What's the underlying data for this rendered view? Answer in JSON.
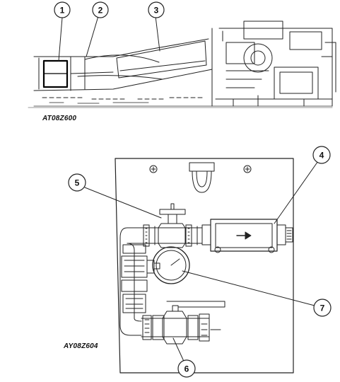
{
  "figures": [
    {
      "caption": "AT08Z600",
      "callouts": [
        "1",
        "2",
        "3"
      ]
    },
    {
      "caption": "AY08Z604",
      "callouts": [
        "4",
        "5",
        "6",
        "7"
      ]
    }
  ]
}
